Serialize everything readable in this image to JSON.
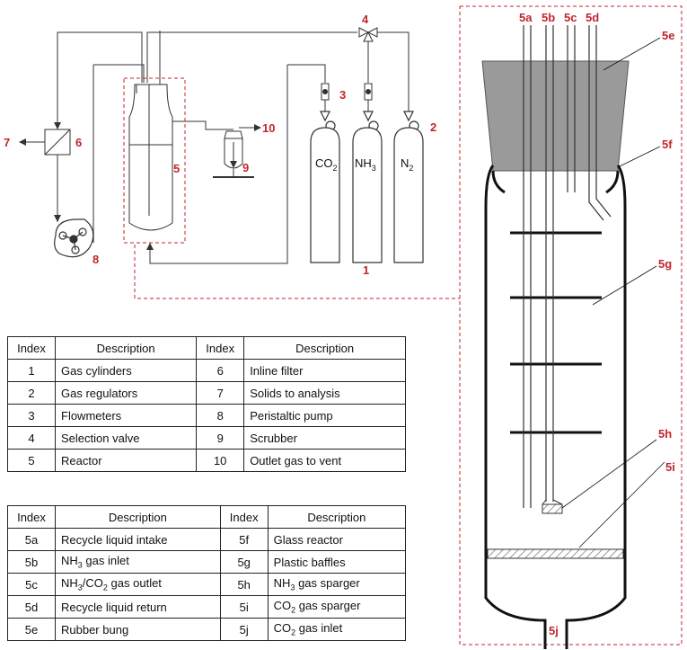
{
  "process_labels": {
    "n1": "1",
    "n2": "2",
    "n3": "3",
    "n4": "4",
    "n5": "5",
    "n6": "6",
    "n7": "7",
    "n8": "8",
    "n9": "9",
    "n10": "10"
  },
  "cylinders": {
    "co2": {
      "main": "CO",
      "sub": "2"
    },
    "nh3": {
      "main": "NH",
      "sub": "3"
    },
    "n2": {
      "main": "N",
      "sub": "2"
    }
  },
  "reactor_labels": {
    "l5a": "5a",
    "l5b": "5b",
    "l5c": "5c",
    "l5d": "5d",
    "l5e": "5e",
    "l5f": "5f",
    "l5g": "5g",
    "l5h": "5h",
    "l5i": "5i",
    "l5j": "5j"
  },
  "table1": {
    "headers": [
      "Index",
      "Description",
      "Index",
      "Description"
    ],
    "rows": [
      {
        "i1": "1",
        "d1": "Gas cylinders",
        "i2": "6",
        "d2": "Inline filter"
      },
      {
        "i1": "2",
        "d1": "Gas regulators",
        "i2": "7",
        "d2": "Solids to analysis"
      },
      {
        "i1": "3",
        "d1": "Flowmeters",
        "i2": "8",
        "d2": "Peristaltic pump"
      },
      {
        "i1": "4",
        "d1": "Selection valve",
        "i2": "9",
        "d2": "Scrubber"
      },
      {
        "i1": "5",
        "d1": "Reactor",
        "i2": "10",
        "d2": "Outlet gas to vent"
      }
    ]
  },
  "table2": {
    "headers": [
      "Index",
      "Description",
      "Index",
      "Description"
    ],
    "rows": [
      {
        "i1": "5a",
        "d1": "Recycle liquid intake",
        "i2": "5f",
        "d2": "Glass reactor"
      },
      {
        "i1": "5b",
        "d1": {
          "pre": "NH",
          "sub": "3",
          "post": " gas inlet"
        },
        "i2": "5g",
        "d2": "Plastic baffles"
      },
      {
        "i1": "5c",
        "d1": {
          "pre": "NH",
          "sub": "3",
          "mid": "/CO",
          "sub2": "2",
          "post": " gas outlet"
        },
        "i2": "5h",
        "d2": {
          "pre": "NH",
          "sub": "3",
          "post": " gas sparger"
        }
      },
      {
        "i1": "5d",
        "d1": "Recycle liquid return",
        "i2": "5i",
        "d2": {
          "pre": "CO",
          "sub": "2",
          "post": " gas sparger"
        }
      },
      {
        "i1": "5e",
        "d1": "Rubber bung",
        "i2": "5j",
        "d2": {
          "pre": "CO",
          "sub": "2",
          "post": " gas inlet"
        }
      }
    ]
  },
  "colors": {
    "accent_red": "#c0262c",
    "line": "#333333",
    "bung_gray": "#9a9a9a"
  }
}
